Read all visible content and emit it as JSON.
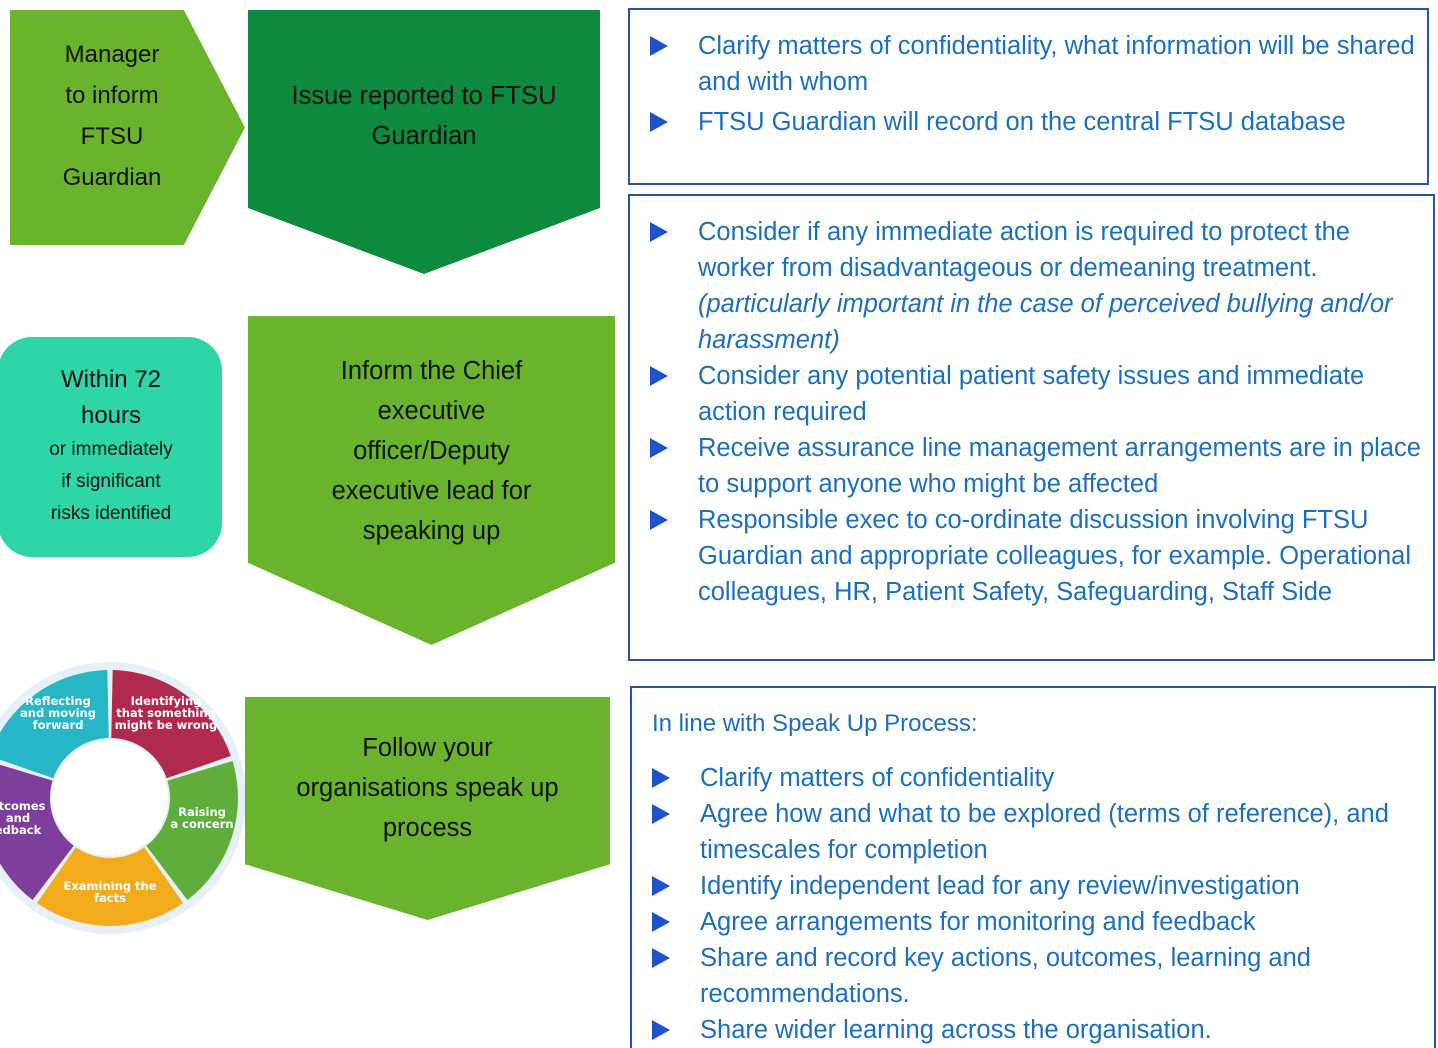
{
  "steps": [
    {
      "side_label": [
        "Manager",
        "to inform",
        "FTSU",
        "Guardian"
      ],
      "main_label": [
        "Issue reported to FTSU",
        "Guardian"
      ],
      "bullets": [
        "Clarify matters of confidentiality, what information will be shared and with whom",
        "FTSU Guardian will record on the central FTSU database"
      ]
    },
    {
      "side_label_main": [
        "Within 72",
        "hours"
      ],
      "side_label_small": [
        "or immediately",
        "if significant",
        "risks identified"
      ],
      "main_label": [
        "Inform the Chief",
        "executive",
        "officer/Deputy",
        "executive lead for",
        "speaking up"
      ],
      "bullets": [
        {
          "text": "Consider if any immediate action is required to protect the worker from disadvantageous or demeaning treatment.",
          "italic_text": "(particularly important in the case of perceived bullying and/or harassment)"
        },
        {
          "text": "Consider any potential patient safety issues and immediate action required"
        },
        {
          "text": "Receive assurance line management arrangements are in place to support anyone who might be affected"
        },
        {
          "text": "Responsible exec to co-ordinate discussion involving FTSU Guardian and appropriate colleagues, for example. Operational colleagues, HR, Patient Safety, Safeguarding, Staff Side"
        }
      ]
    },
    {
      "main_label": [
        "Follow your",
        "organisations speak up",
        "process"
      ],
      "intro": "In line with Speak Up Process:",
      "bullets": [
        "Clarify matters of confidentiality",
        "Agree how and what to be explored (terms of reference), and timescales for completion",
        "Identify independent lead for any review/investigation",
        "Agree arrangements for monitoring and feedback",
        "Share and record key actions, outcomes, learning and recommendations.",
        "Share wider learning across the organisation."
      ]
    }
  ],
  "wheel": {
    "segments": [
      {
        "label": [
          "Reflecting",
          "and moving",
          "forward"
        ],
        "color": "#26b6c5"
      },
      {
        "label": [
          "Identifying",
          "that something",
          "might be wrong"
        ],
        "color": "#b02a4f"
      },
      {
        "label": [
          "Raising",
          "a concern"
        ],
        "color": "#5fae3c"
      },
      {
        "label": [
          "Examining the",
          "facts"
        ],
        "color": "#f2ab1c"
      },
      {
        "label": [
          "utcomes",
          "and",
          "edback"
        ],
        "color": "#7d3f9b"
      }
    ]
  },
  "colors": {
    "light_green": "#6ab42d",
    "dark_green": "#0e8a3e",
    "teal": "#2ed5a7",
    "box_border": "#2a5599",
    "text_blue": "#1b6fbd",
    "bullet_blue": "#1e52c9"
  }
}
